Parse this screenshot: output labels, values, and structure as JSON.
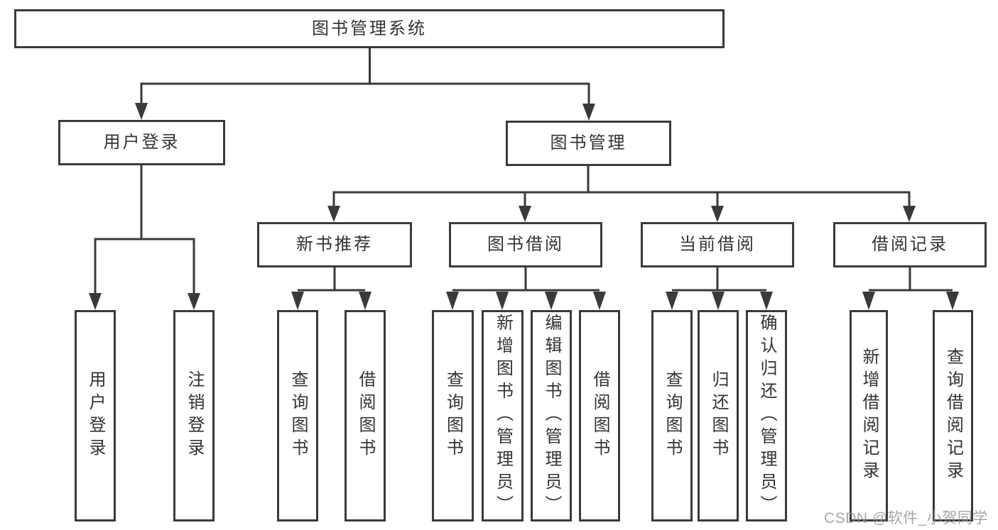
{
  "diagram": {
    "type": "tree",
    "title": "图书管理系统",
    "tree": {
      "label": "图书管理系统",
      "children": [
        {
          "label": "用户登录",
          "children": [
            {
              "label": "用户登录"
            },
            {
              "label": "注销登录"
            }
          ]
        },
        {
          "label": "图书管理",
          "children": [
            {
              "label": "新书推荐",
              "children": [
                {
                  "label": "查询图书"
                },
                {
                  "label": "借阅图书"
                }
              ]
            },
            {
              "label": "图书借阅",
              "children": [
                {
                  "label": "查询图书"
                },
                {
                  "label": "新增图书（管理员）"
                },
                {
                  "label": "编辑图书（管理员）"
                },
                {
                  "label": "借阅图书"
                }
              ]
            },
            {
              "label": "当前借阅",
              "children": [
                {
                  "label": "查询图书"
                },
                {
                  "label": "归还图书"
                },
                {
                  "label": "确认归还（管理员）"
                }
              ]
            },
            {
              "label": "借阅记录",
              "children": [
                {
                  "label": "新增借阅记录"
                },
                {
                  "label": "查询借阅记录"
                }
              ]
            }
          ]
        }
      ]
    },
    "watermark": "CSDN @软件_小贺同学",
    "colors": {
      "line": "#3a3a3a",
      "text": "#333333",
      "background": "#ffffff",
      "watermark": "#919191"
    }
  }
}
